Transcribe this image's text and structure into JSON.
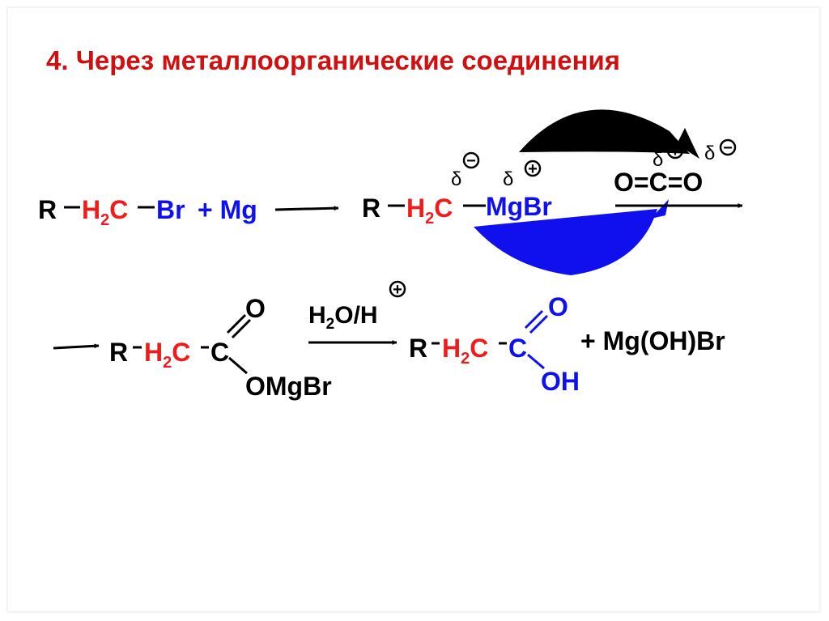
{
  "slide": {
    "title": "4. Через металлоорганические соединения",
    "colors": {
      "title": "#d01010",
      "red": "#ee1c1c",
      "blue": "#1010ee",
      "black": "#000000"
    }
  },
  "reaction1": {
    "r": "R",
    "h2c_h": "H",
    "h2c_sub": "2",
    "h2c_c": "C",
    "br": "Br",
    "plus_mg": "+ Mg"
  },
  "grignard": {
    "r": "R",
    "h2c_h": "H",
    "h2c_sub": "2",
    "h2c_c": "C",
    "mgbr": "MgBr",
    "delta_minus": "δ",
    "delta_plus": "δ",
    "minus_sign": "−",
    "plus_sign": "+"
  },
  "co2": {
    "formula": "O=C=O",
    "delta_plus": "δ",
    "delta_minus": "δ",
    "minus_sign": "−",
    "plus_sign": "+"
  },
  "salt": {
    "r": "R",
    "h2c_h": "H",
    "h2c_sub": "2",
    "h2c_c": "C",
    "c": "C",
    "o": "O",
    "omgbr": "OMgBr"
  },
  "hydrolysis": {
    "reagent_h": "H",
    "reagent_sub": "2",
    "reagent_rest": "O/H",
    "plus_sign": "+"
  },
  "acid": {
    "r": "R",
    "h2c_h": "H",
    "h2c_sub": "2",
    "h2c_c": "C",
    "c": "C",
    "o": "O",
    "oh": "OH",
    "byproduct": "+ Mg(OH)Br"
  }
}
